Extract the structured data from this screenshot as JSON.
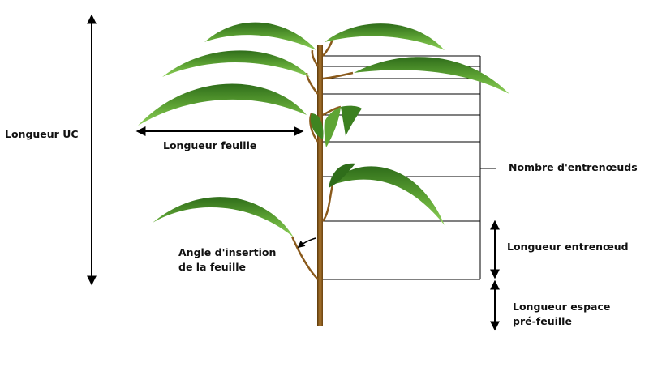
{
  "labels": {
    "longueur_uc": "Longueur UC",
    "longueur_feuille": "Longueur feuille",
    "nombre_entrenoeuds": "Nombre d'entrenœuds",
    "angle_insertion_line1": "Angle d'insertion",
    "angle_insertion_line2": "de la feuille",
    "longueur_entrenoeud": "Longueur entrenœud",
    "espace_prefeuille_line1": "Longueur espace",
    "espace_prefeuille_line2": "pré-feuille"
  },
  "colors": {
    "leaf_light": "#7fc24a",
    "leaf_dark": "#2f6d1a",
    "stem": "#8a5a1c",
    "stem_dark": "#5a3808",
    "line": "#000000"
  }
}
